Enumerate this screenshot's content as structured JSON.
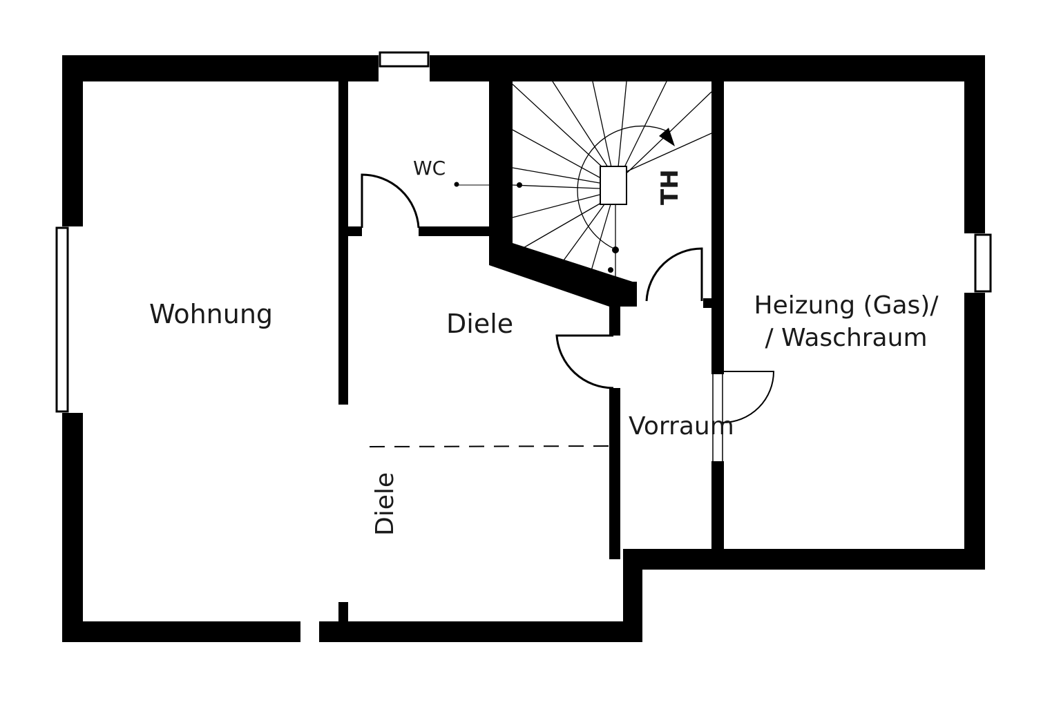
{
  "plan": {
    "type": "floor-plan",
    "wall_color": "#000000",
    "background_color": "#ffffff",
    "rooms": [
      {
        "id": "wohnung",
        "label": "Wohnung"
      },
      {
        "id": "wc",
        "label": "WC"
      },
      {
        "id": "diele-upper",
        "label": "Diele"
      },
      {
        "id": "diele-lower",
        "label": "Diele"
      },
      {
        "id": "treppenhaus",
        "label": "TH"
      },
      {
        "id": "vorraum",
        "label": "Vorraum"
      },
      {
        "id": "heizung",
        "label": "Heizung (Gas)/\n/ Waschraum"
      }
    ],
    "staircase": {
      "type": "spiral",
      "direction_arrow": "arrow-down-right"
    }
  }
}
